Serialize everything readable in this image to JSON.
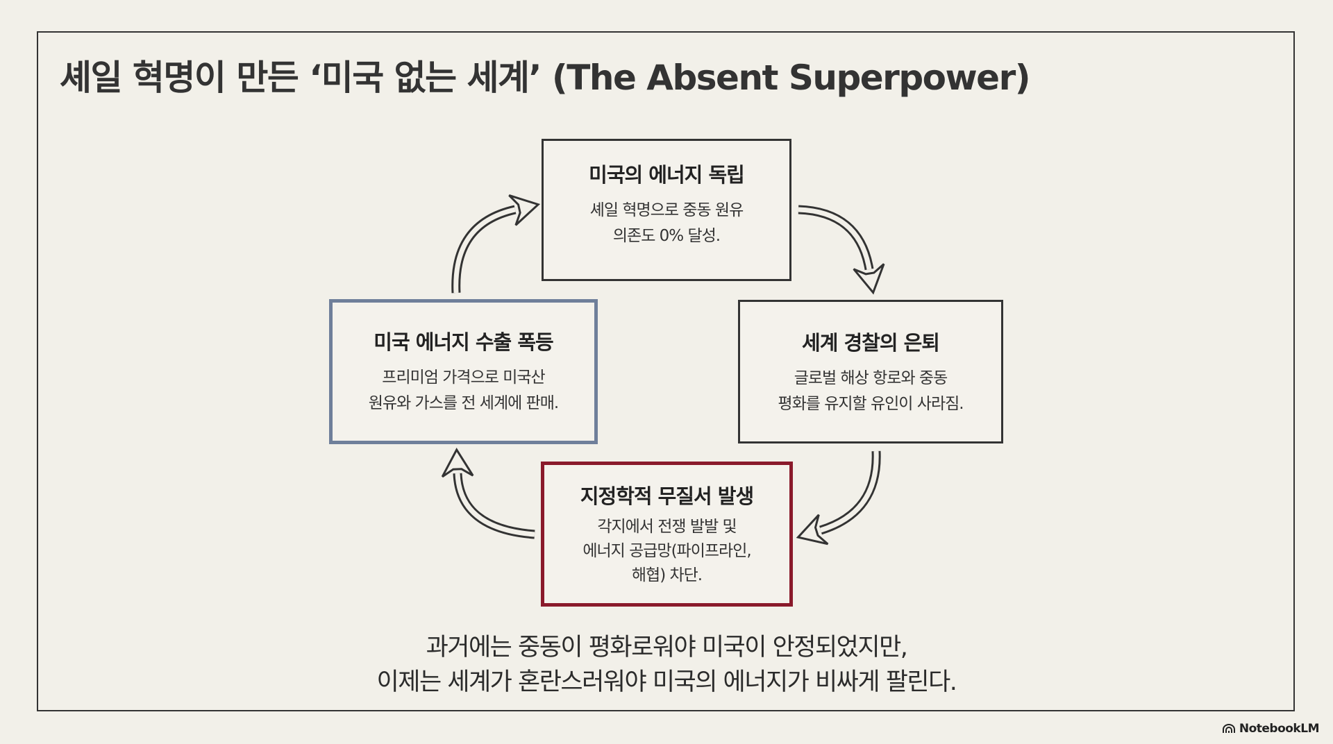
{
  "title": "셰일 혁명이 만든 ‘미국 없는 세계’ (The Absent Superpower)",
  "nodes": {
    "top": {
      "title": "미국의 에너지 독립",
      "lines": [
        "셰일 혁명으로 중동 원유",
        "의존도 0% 달성."
      ]
    },
    "right": {
      "title": "세계 경찰의 은퇴",
      "lines": [
        "글로벌 해상 항로와 중동",
        "평화를 유지할 유인이 사라짐."
      ]
    },
    "bottom": {
      "title": "지정학적 무질서 발생",
      "lines": [
        "각지에서 전쟁 발발 및",
        "에너지 공급망(파이프라인,",
        "해협) 차단."
      ]
    },
    "left": {
      "title": "미국 에너지 수출 폭등",
      "lines": [
        "프리미엄 가격으로 미국산",
        "원유와 가스를 전 세계에 판매."
      ]
    }
  },
  "conclusion": [
    "과거에는 중동이 평화로워야 미국이 안정되었지만,",
    "이제는 세계가 혼란스러워야 미국의 에너지가 비싸게 팔린다."
  ],
  "brand": "NotebookLM",
  "colors": {
    "background": "#f2f0e9",
    "left_border": "#6f7f9a",
    "bottom_border": "#8a1a2b",
    "ink": "#333333"
  }
}
